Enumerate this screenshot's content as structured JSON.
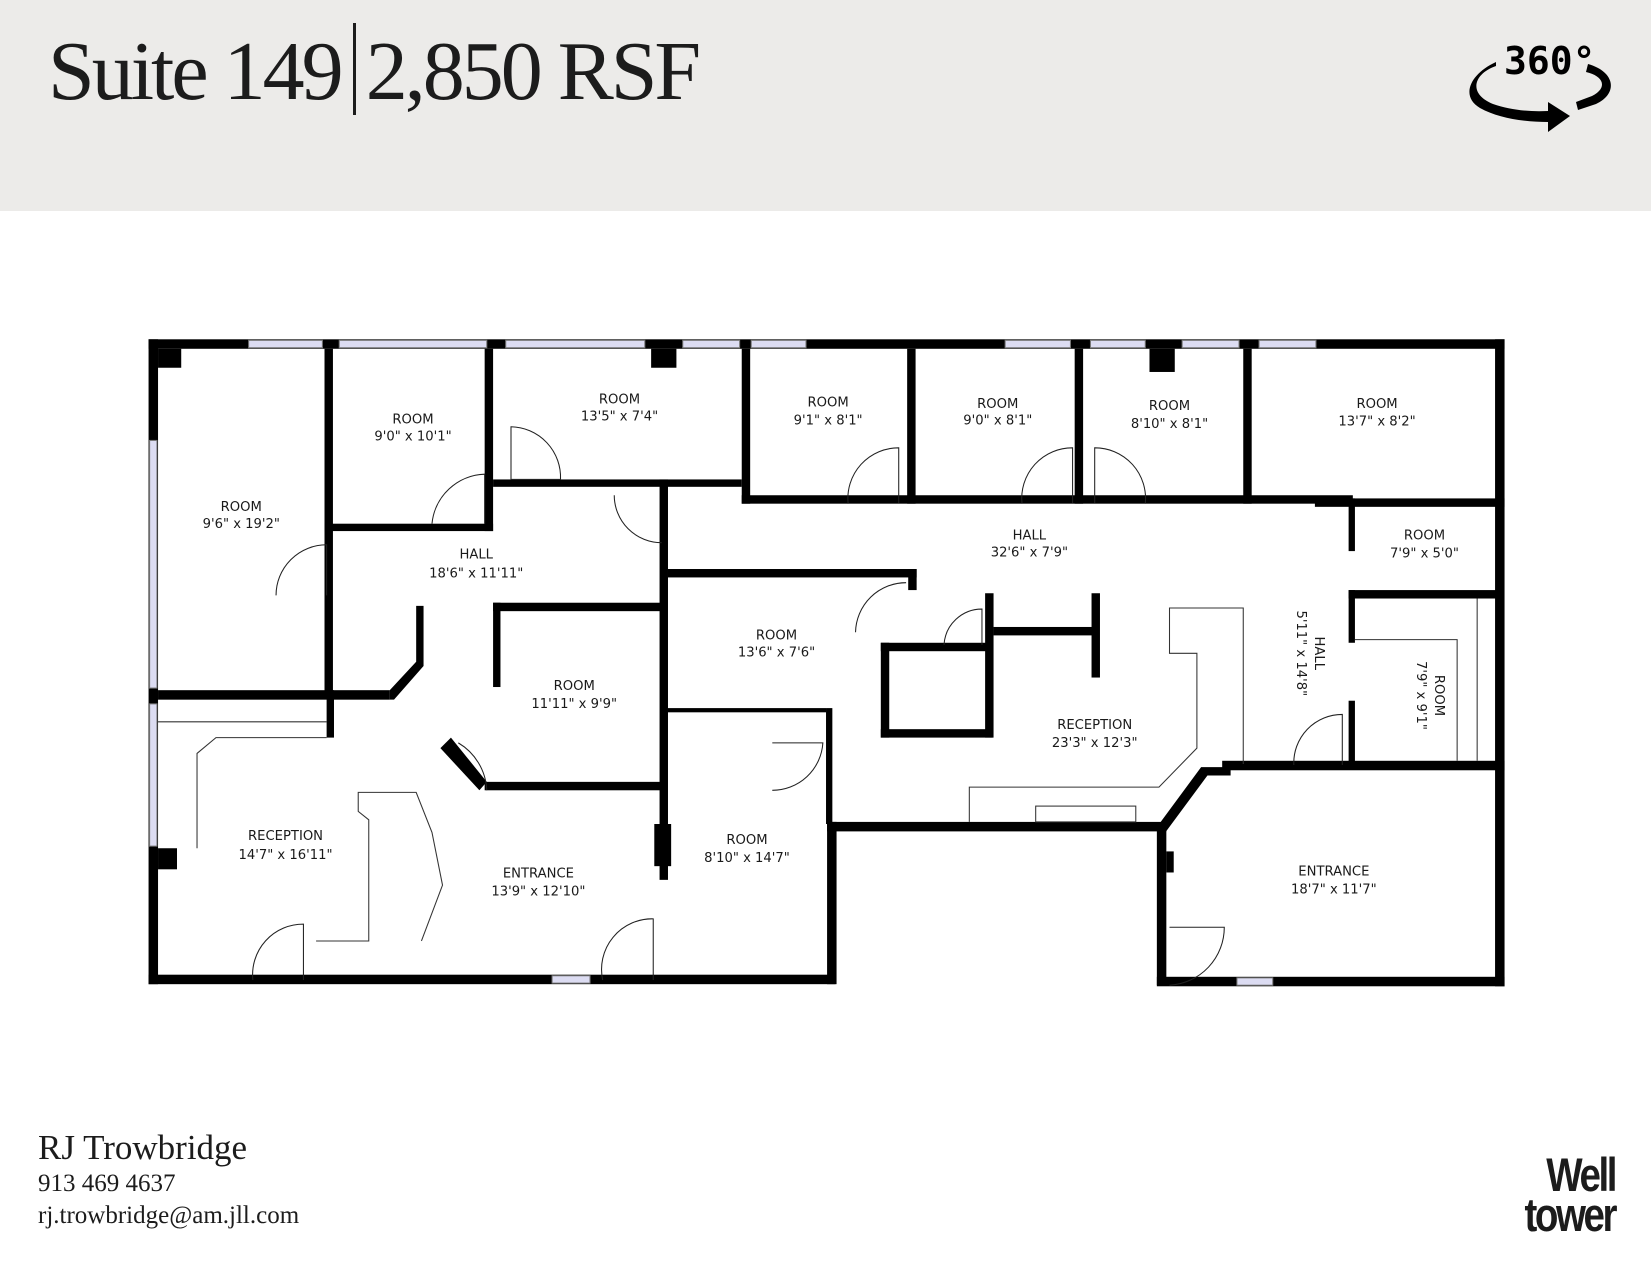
{
  "header": {
    "suite": "Suite 149",
    "area": "2,850 RSF",
    "icon_360_label": "360°",
    "background_color": "#ecebe9"
  },
  "floorplan": {
    "rooms": [
      {
        "name": "ROOM",
        "size": "9'6\" x 19'2\""
      },
      {
        "name": "ROOM",
        "size": "9'0\" x 10'1\""
      },
      {
        "name": "ROOM",
        "size": "13'5\" x 7'4\""
      },
      {
        "name": "ROOM",
        "size": "9'1\" x 8'1\""
      },
      {
        "name": "ROOM",
        "size": "9'0\" x 8'1\""
      },
      {
        "name": "ROOM",
        "size": "8'10\" x 8'1\""
      },
      {
        "name": "ROOM",
        "size": "13'7\" x 8'2\""
      },
      {
        "name": "HALL",
        "size": "18'6\" x 11'11\""
      },
      {
        "name": "HALL",
        "size": "32'6\" x 7'9\""
      },
      {
        "name": "ROOM",
        "size": "7'9\" x 5'0\""
      },
      {
        "name": "ROOM",
        "size": "13'6\" x 7'6\""
      },
      {
        "name": "ROOM",
        "size": "11'11\" x 9'9\""
      },
      {
        "name": "HALL",
        "size": "5'11\" x 14'8\""
      },
      {
        "name": "ROOM",
        "size": "7'9\" x 9'1\""
      },
      {
        "name": "RECEPTION",
        "size": "23'3\" x 12'3\""
      },
      {
        "name": "RECEPTION",
        "size": "14'7\" x 16'11\""
      },
      {
        "name": "ENTRANCE",
        "size": "13'9\" x 12'10\""
      },
      {
        "name": "ROOM",
        "size": "8'10\" x 14'7\""
      },
      {
        "name": "ENTRANCE",
        "size": "18'7\" x 11'7\""
      }
    ],
    "wall_color": "#000000",
    "window_color": "#d8d8ef"
  },
  "contact": {
    "name": "RJ Trowbridge",
    "phone": "913 469 4637",
    "email": "rj.trowbridge@am.jll.com"
  },
  "logo": {
    "line1": "Well",
    "line2": "tower"
  }
}
